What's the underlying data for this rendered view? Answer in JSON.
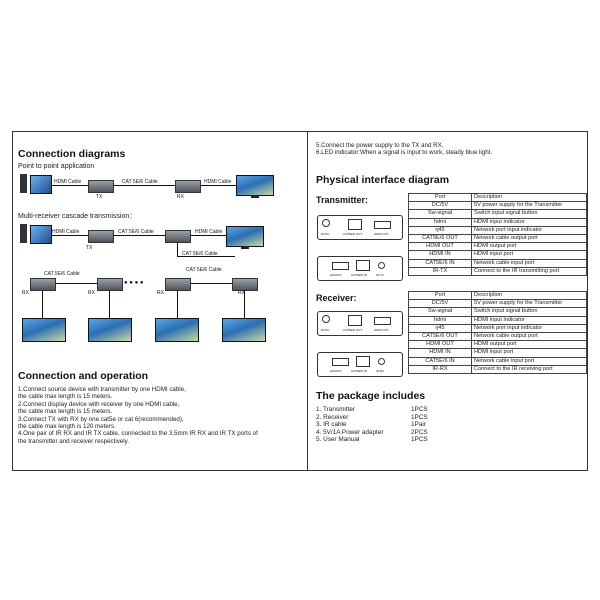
{
  "left": {
    "connection_title": "Connection diagrams",
    "p2p_title": "Point to point application",
    "p2p_labels": {
      "hdmi_cable_1": "HDMI Cable",
      "tx": "TX",
      "cat_cable": "CAT 5E/6 Cable",
      "rx": "RX",
      "hdmi_cable_2": "HDMI Cable"
    },
    "multi_title": "Multi-receiver cascade transmission：",
    "multi_labels": {
      "hdmi_cable_1": "HDMI Cable",
      "tx": "TX",
      "cat_cable_1": "CAT 5E/6 Cable",
      "hdmi_cable_2": "HDMI Cable",
      "cat_cable_2": "CAT 5E/6 Cable",
      "cat_cable_3": "CAT 5E/6 Cable",
      "rx1": "RX",
      "rx2": "RX",
      "rx3": "RX",
      "rx4": "RX",
      "dots": "● ● ● ●"
    },
    "operation_title": "Connection and operation",
    "operation_lines": [
      "1.Connect source device with transmitter by one HDMI cable,",
      "   the cable max length is 15 meters.",
      "2.Connect display device with receiver by one HDMI cable,",
      "   the cable max length is 15 meters.",
      "3.Connect TX with RX by one cat5e or cat 6(recommended),",
      "   the cable max length is 120 meters.",
      "4.One pair of IR RX and IR TX cable, connected to the 3.5mm IR RX and IR TX ports of",
      "   the transmitter and receiver respectively."
    ]
  },
  "right": {
    "intro_lines": [
      "5.Connect the power supply to the TX and RX.",
      "6.LED indicator:When a signal is input to work, steady blue light."
    ],
    "physical_title": "Physical interface diagram",
    "transmitter_title": "Transmitter:",
    "receiver_title": "Receiver:",
    "table_headers": {
      "port": "Port",
      "description": "Description"
    },
    "transmitter_rows": [
      {
        "port": "DC/5V",
        "desc": "5V power supply for the Transmitter"
      },
      {
        "port": "Sw-signal",
        "desc": "Switch input signal button"
      },
      {
        "port": "hdmi",
        "desc": "HDMI input indicator"
      },
      {
        "port": "rj45",
        "desc": "Network port input indicator"
      },
      {
        "port": "CAT5E/6 OUT",
        "desc": "Network cable output port"
      },
      {
        "port": "HDMI OUT",
        "desc": "HDMI output port"
      },
      {
        "port": "HDMI IN",
        "desc": "HDMI input port"
      },
      {
        "port": "CAT5E/6 IN",
        "desc": "Network cable input port"
      },
      {
        "port": "IR-TX",
        "desc": "Connect to the IR transmitting port"
      }
    ],
    "receiver_rows": [
      {
        "port": "DC/5V",
        "desc": "5V power supply for the Transmitter"
      },
      {
        "port": "Sw-signal",
        "desc": "Switch input signal button"
      },
      {
        "port": "hdmi",
        "desc": "HDMI input indicator"
      },
      {
        "port": "rj45",
        "desc": "Network port input indicator"
      },
      {
        "port": "CAT5E/6 OUT",
        "desc": "Network cable output port"
      },
      {
        "port": "HDMI OUT",
        "desc": "HDMI output port"
      },
      {
        "port": "HDMI IN",
        "desc": "HDMI input port"
      },
      {
        "port": "CAT5E/6 IN",
        "desc": "Network cable input port"
      },
      {
        "port": "IR-RX",
        "desc": "Connect to the IR receiving port"
      }
    ],
    "panel_labels": {
      "dc": "DC5V",
      "cat_out": "CAT5E/6 OUT",
      "hdmi_out": "HDMI OUT",
      "hdmi_in": "HDMI IN",
      "cat_in": "CAT5E/6 IN",
      "ir": "IR-TX",
      "ir_rx": "IR-RX"
    },
    "package_title": "The package includes",
    "package_items": [
      {
        "name": "1. Transmitter",
        "qty": "1PCS"
      },
      {
        "name": "2. Receiver",
        "qty": "1PCS"
      },
      {
        "name": "3. IR cable",
        "qty": "1Pair"
      },
      {
        "name": "4. 5V/1A Power adapter",
        "qty": "2PCS"
      },
      {
        "name": "5. User Manual",
        "qty": "1PCS"
      }
    ]
  }
}
